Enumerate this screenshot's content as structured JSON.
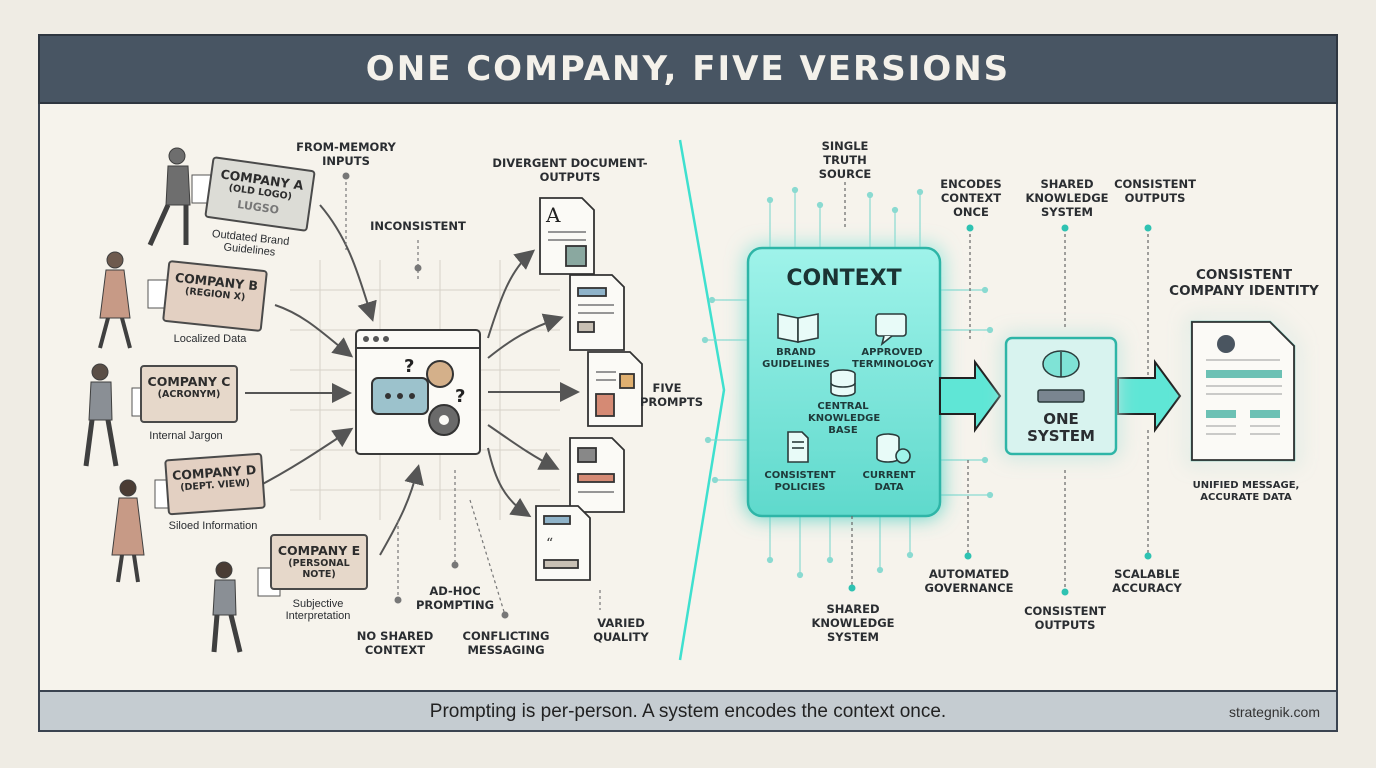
{
  "title": "ONE COMPANY, FIVE VERSIONS",
  "footer": {
    "tagline": "Prompting is per-person. A system encodes the context once.",
    "site": "strategnik.com"
  },
  "left": {
    "labels": {
      "from_memory": "FROM-MEMORY INPUTS",
      "inconsistent": "INCONSISTENT",
      "divergent": "DIVERGENT DOCUMENT-OUTPUTS",
      "five_prompts": "FIVE PROMPTS",
      "ad_hoc": "AD-HOC PROMPTING",
      "no_shared": "NO SHARED CONTEXT",
      "conflicting": "CONFLICTING MESSAGING",
      "varied": "VARIED QUALITY"
    },
    "cards": [
      {
        "title": "COMPANY A",
        "sub": "(OLD LOGO)",
        "extra": "LUGSO",
        "caption": "Outdated Brand Guidelines"
      },
      {
        "title": "COMPANY B",
        "sub": "(REGION X)",
        "caption": "Localized Data"
      },
      {
        "title": "COMPANY C",
        "sub": "(ACRONYM)",
        "caption": "Internal Jargon"
      },
      {
        "title": "COMPANY D",
        "sub": "(DEPT. VIEW)",
        "caption": "Siloed Information"
      },
      {
        "title": "COMPANY E",
        "sub": "(PERSONAL NOTE)",
        "caption": "Subjective Interpretation"
      }
    ]
  },
  "right": {
    "context_title": "CONTEXT",
    "context_items": {
      "brand": "BRAND GUIDELINES",
      "terminology": "APPROVED TERMINOLOGY",
      "knowledge": "CENTRAL KNOWLEDGE BASE",
      "policies": "CONSISTENT POLICIES",
      "data": "CURRENT DATA"
    },
    "system_title": "ONE SYSTEM",
    "identity_title": "CONSISTENT COMPANY IDENTITY",
    "identity_caption": "UNIFIED MESSAGE, ACCURATE DATA",
    "labels": {
      "single_truth": "SINGLE TRUTH SOURCE",
      "encodes": "ENCODES CONTEXT ONCE",
      "shared_top": "SHARED KNOWLEDGE SYSTEM",
      "consistent_top": "CONSISTENT OUTPUTS",
      "automated": "AUTOMATED GOVERNANCE",
      "shared_bottom": "SHARED KNOWLEDGE SYSTEM",
      "consistent_bottom": "CONSISTENT OUTPUTS",
      "scalable": "SCALABLE ACCURACY"
    }
  },
  "colors": {
    "banner": "#485563",
    "accent": "#3fe0cf",
    "footer": "#c5ccd1",
    "paper": "#f6f3ec"
  }
}
